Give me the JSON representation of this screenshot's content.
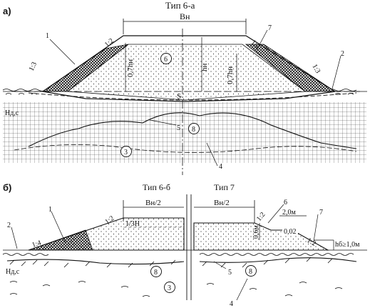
{
  "panel_a": {
    "label": "а)",
    "title": "Тип 6-а",
    "width_label": "Bн",
    "slope_top_left": "1:2",
    "slope_top_right": "1:2",
    "slope_left": "1:3",
    "slope_right": "1:3",
    "depth_left": "0,7hн",
    "height_center": "hн",
    "depth_right": "0,7hн",
    "axis_label": "S",
    "swamp_label": "Нд,с",
    "callouts": [
      "1",
      "7",
      "2",
      "6",
      "5",
      "8",
      "3",
      "4"
    ]
  },
  "panel_b": {
    "label": "б)",
    "title_left": "Тип 6-б",
    "title_right": "Тип 7",
    "width_left": "Bн/2",
    "width_right": "Bн/2",
    "height_third": "1/3Н",
    "slope_left_1_2": "1:2",
    "slope_left_1_4": "1:4",
    "slope_right_1_2a": "1:2",
    "slope_right_1_2b": "1:2",
    "height_06": "0,6м",
    "dim_2m": "2,0м",
    "grade": "0,02",
    "hb_label": "hб≥1,0м",
    "swamp_label": "Нд,с",
    "callouts": [
      "1",
      "2",
      "6",
      "7",
      "5",
      "8",
      "3",
      "4"
    ]
  },
  "colors": {
    "ink": "#111111",
    "hatch": "#222222"
  }
}
